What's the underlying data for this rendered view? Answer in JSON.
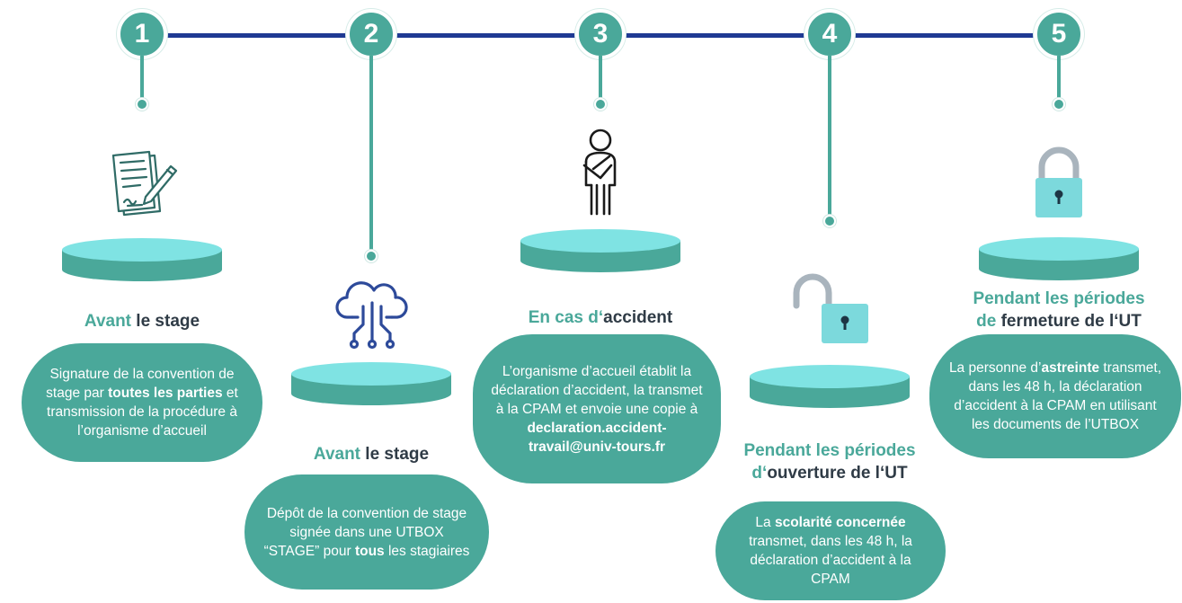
{
  "steps": [
    {
      "number": "1",
      "heading_accent": "Avant",
      "heading_dark": " le stage",
      "text": [
        {
          "t": "Signature de la convention de stage par ",
          "b": false
        },
        {
          "t": "toutes les parties",
          "b": true
        },
        {
          "t": " et transmission de la procédure à l’organisme d’accueil",
          "b": false
        }
      ],
      "icon": "signed-document-icon"
    },
    {
      "number": "2",
      "heading_accent": "Avant",
      "heading_dark": " le stage",
      "text": [
        {
          "t": "Dépôt de la convention de stage signée dans une UTBOX “STAGE” pour ",
          "b": false
        },
        {
          "t": "tous",
          "b": true
        },
        {
          "t": " les stagiaires",
          "b": false
        }
      ],
      "icon": "cloud-network-icon"
    },
    {
      "number": "3",
      "heading_accent": "En cas d‘",
      "heading_dark": "accident",
      "text": [
        {
          "t": "L’organisme d’accueil établit la déclaration d’accident, la transmet à la CPAM et envoie une copie à ",
          "b": false
        },
        {
          "t": "declaration.accident-travail@univ-tours.fr",
          "b": true
        }
      ],
      "icon": "injured-person-icon"
    },
    {
      "number": "4",
      "heading_accent_1": "Pendant les périodes",
      "heading_accent_2": "d‘",
      "heading_dark": "ouverture de l‘UT",
      "text": [
        {
          "t": "La ",
          "b": false
        },
        {
          "t": "scolarité concernée",
          "b": true
        },
        {
          "t": " transmet, dans les 48 h, la déclaration d’accident à la CPAM",
          "b": false
        }
      ],
      "icon": "open-padlock-icon"
    },
    {
      "number": "5",
      "heading_accent_1": "Pendant les périodes",
      "heading_accent_2": "de ",
      "heading_dark": "fermeture de l‘UT",
      "text": [
        {
          "t": "La personne d’",
          "b": false
        },
        {
          "t": "astreinte",
          "b": true
        },
        {
          "t": " transmet, dans les 48 h, la déclaration d’accident à la CPAM en utilisant les documents de l’UTBOX",
          "b": false
        }
      ],
      "icon": "closed-padlock-icon"
    }
  ],
  "colors": {
    "teal": "#4aa89a",
    "navy": "#1f3a93",
    "platform_top": "#7fe3e3",
    "dark_text": "#2f3b46"
  }
}
